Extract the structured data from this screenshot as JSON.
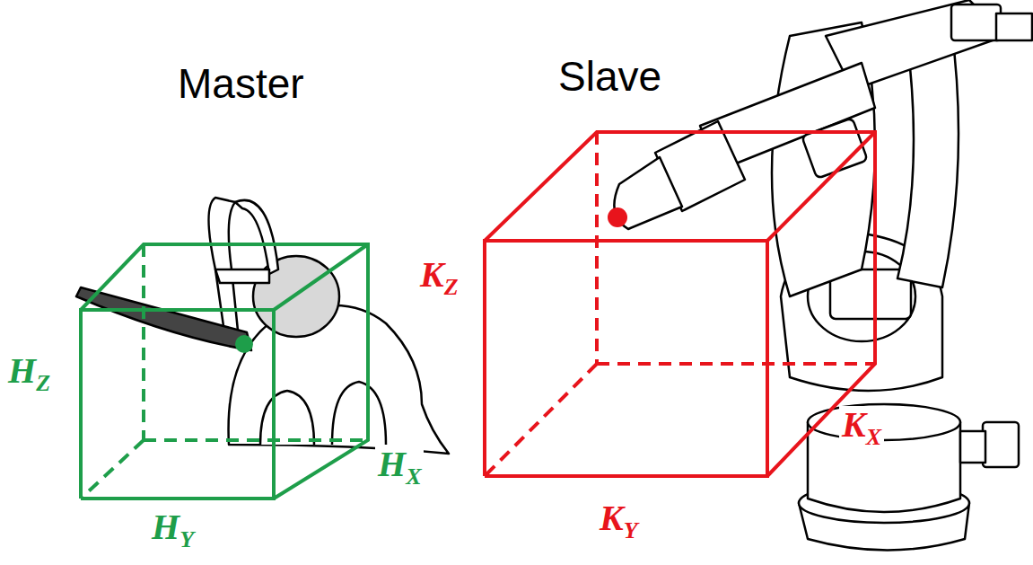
{
  "diagram": {
    "labels": [
      "Master",
      "Slave",
      "HZ",
      "HX",
      "HY",
      "KZ",
      "KX",
      "KY"
    ]
  }
}
